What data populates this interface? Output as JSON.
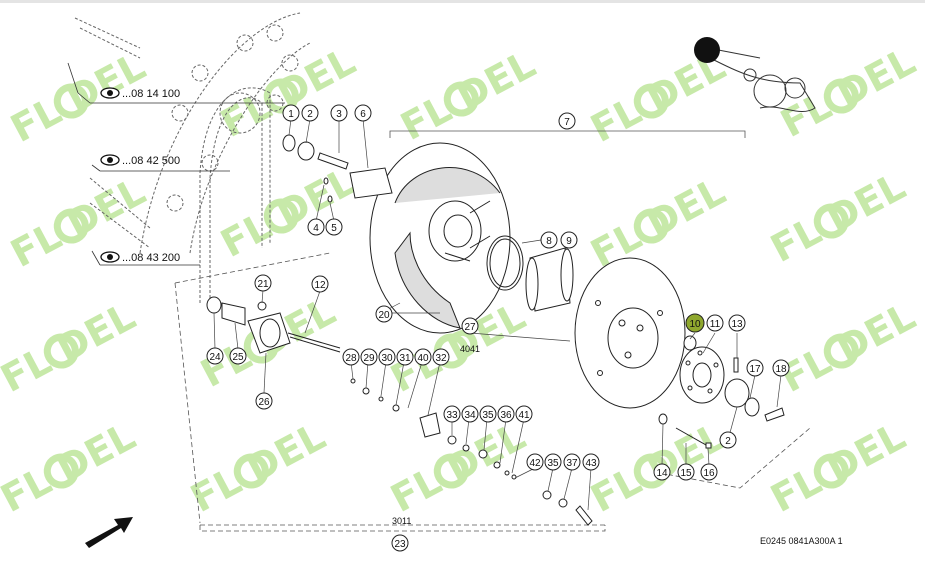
{
  "diagram": {
    "code": "E0245 0841A300A 1",
    "watermark": "FL  DEL",
    "references": [
      {
        "text": "...08 14 100"
      },
      {
        "text": "...08 42 500"
      },
      {
        "text": "...08 43 200"
      }
    ],
    "group_labels": {
      "g3011": "3011",
      "g4041": "4041"
    },
    "callouts": [
      {
        "id": "c1",
        "n": "1"
      },
      {
        "id": "c2",
        "n": "2"
      },
      {
        "id": "c3",
        "n": "3"
      },
      {
        "id": "c6",
        "n": "6"
      },
      {
        "id": "c7",
        "n": "7"
      },
      {
        "id": "c4",
        "n": "4"
      },
      {
        "id": "c5",
        "n": "5"
      },
      {
        "id": "c8",
        "n": "8"
      },
      {
        "id": "c9",
        "n": "9"
      },
      {
        "id": "c21",
        "n": "21"
      },
      {
        "id": "c12",
        "n": "12"
      },
      {
        "id": "c20",
        "n": "20"
      },
      {
        "id": "c27",
        "n": "27"
      },
      {
        "id": "c10",
        "n": "10"
      },
      {
        "id": "c11",
        "n": "11"
      },
      {
        "id": "c13",
        "n": "13"
      },
      {
        "id": "c24",
        "n": "24"
      },
      {
        "id": "c25",
        "n": "25"
      },
      {
        "id": "c26",
        "n": "26"
      },
      {
        "id": "c28",
        "n": "28"
      },
      {
        "id": "c29",
        "n": "29"
      },
      {
        "id": "c30",
        "n": "30"
      },
      {
        "id": "c31",
        "n": "31"
      },
      {
        "id": "c40",
        "n": "40"
      },
      {
        "id": "c32",
        "n": "32"
      },
      {
        "id": "c17",
        "n": "17"
      },
      {
        "id": "c18",
        "n": "18"
      },
      {
        "id": "c33",
        "n": "33"
      },
      {
        "id": "c34",
        "n": "34"
      },
      {
        "id": "c35a",
        "n": "35"
      },
      {
        "id": "c36",
        "n": "36"
      },
      {
        "id": "c41",
        "n": "41"
      },
      {
        "id": "c2b",
        "n": "2"
      },
      {
        "id": "c42",
        "n": "42"
      },
      {
        "id": "c35b",
        "n": "35"
      },
      {
        "id": "c37",
        "n": "37"
      },
      {
        "id": "c43",
        "n": "43"
      },
      {
        "id": "c14",
        "n": "14"
      },
      {
        "id": "c15",
        "n": "15"
      },
      {
        "id": "c16",
        "n": "16"
      },
      {
        "id": "c23",
        "n": "23"
      }
    ],
    "highlight_color": "#8fa82e",
    "watermark_color": "#bde59a"
  }
}
